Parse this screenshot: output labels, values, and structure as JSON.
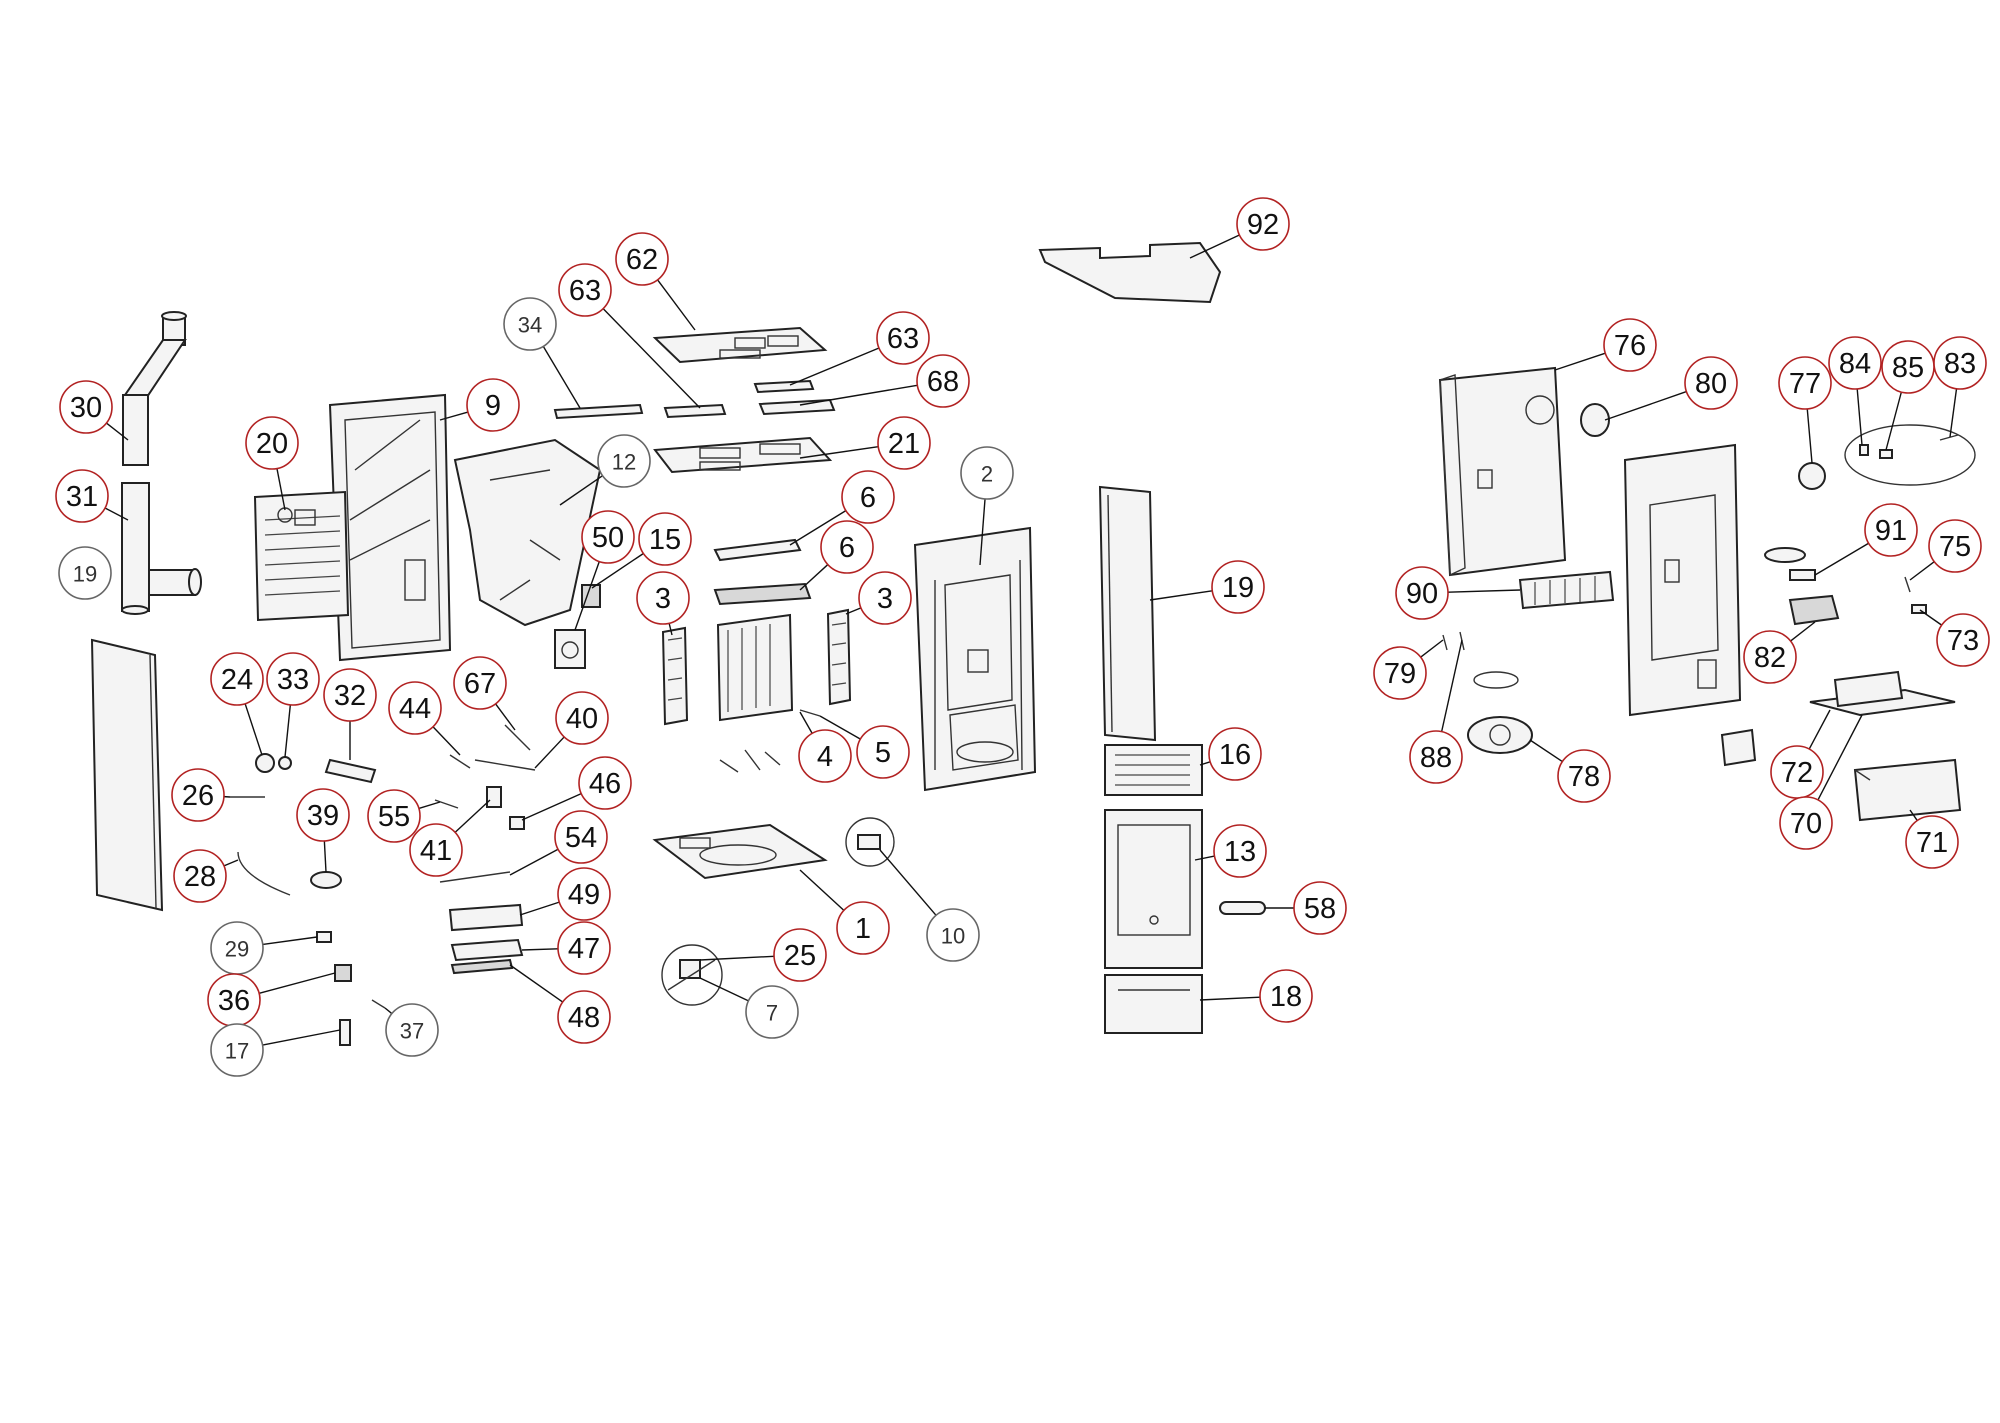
{
  "diagram": {
    "callouts": [
      {
        "label": "92",
        "style": "red"
      },
      {
        "label": "62",
        "style": "red"
      },
      {
        "label": "63",
        "style": "red"
      },
      {
        "label": "34",
        "style": "gray"
      },
      {
        "label": "63",
        "style": "red"
      },
      {
        "label": "68",
        "style": "red"
      },
      {
        "label": "30",
        "style": "red"
      },
      {
        "label": "9",
        "style": "red"
      },
      {
        "label": "12",
        "style": "gray"
      },
      {
        "label": "20",
        "style": "red"
      },
      {
        "label": "21",
        "style": "red"
      },
      {
        "label": "31",
        "style": "red"
      },
      {
        "label": "6",
        "style": "red"
      },
      {
        "label": "2",
        "style": "gray"
      },
      {
        "label": "19",
        "style": "gray"
      },
      {
        "label": "50",
        "style": "red"
      },
      {
        "label": "15",
        "style": "red"
      },
      {
        "label": "6",
        "style": "red"
      },
      {
        "label": "3",
        "style": "red"
      },
      {
        "label": "3",
        "style": "red"
      },
      {
        "label": "19",
        "style": "red"
      },
      {
        "label": "24",
        "style": "red"
      },
      {
        "label": "33",
        "style": "red"
      },
      {
        "label": "32",
        "style": "red"
      },
      {
        "label": "67",
        "style": "red"
      },
      {
        "label": "44",
        "style": "red"
      },
      {
        "label": "40",
        "style": "red"
      },
      {
        "label": "4",
        "style": "red"
      },
      {
        "label": "5",
        "style": "red"
      },
      {
        "label": "16",
        "style": "red"
      },
      {
        "label": "26",
        "style": "red"
      },
      {
        "label": "46",
        "style": "red"
      },
      {
        "label": "39",
        "style": "red"
      },
      {
        "label": "55",
        "style": "red"
      },
      {
        "label": "41",
        "style": "red"
      },
      {
        "label": "54",
        "style": "red"
      },
      {
        "label": "13",
        "style": "red"
      },
      {
        "label": "28",
        "style": "red"
      },
      {
        "label": "49",
        "style": "red"
      },
      {
        "label": "1",
        "style": "red"
      },
      {
        "label": "58",
        "style": "red"
      },
      {
        "label": "10",
        "style": "gray"
      },
      {
        "label": "29",
        "style": "gray"
      },
      {
        "label": "47",
        "style": "red"
      },
      {
        "label": "25",
        "style": "red"
      },
      {
        "label": "36",
        "style": "red"
      },
      {
        "label": "48",
        "style": "red"
      },
      {
        "label": "7",
        "style": "gray"
      },
      {
        "label": "18",
        "style": "red"
      },
      {
        "label": "37",
        "style": "gray"
      },
      {
        "label": "17",
        "style": "gray"
      },
      {
        "label": "76",
        "style": "red"
      },
      {
        "label": "80",
        "style": "red"
      },
      {
        "label": "77",
        "style": "red"
      },
      {
        "label": "84",
        "style": "red"
      },
      {
        "label": "85",
        "style": "red"
      },
      {
        "label": "83",
        "style": "red"
      },
      {
        "label": "91",
        "style": "red"
      },
      {
        "label": "75",
        "style": "red"
      },
      {
        "label": "90",
        "style": "red"
      },
      {
        "label": "73",
        "style": "red"
      },
      {
        "label": "82",
        "style": "red"
      },
      {
        "label": "79",
        "style": "red"
      },
      {
        "label": "88",
        "style": "red"
      },
      {
        "label": "78",
        "style": "red"
      },
      {
        "label": "72",
        "style": "red"
      },
      {
        "label": "70",
        "style": "red"
      },
      {
        "label": "71",
        "style": "red"
      }
    ],
    "colors": {
      "callout_red": "#b22222",
      "callout_gray": "#666666",
      "line": "#222222",
      "background": "#ffffff"
    }
  }
}
